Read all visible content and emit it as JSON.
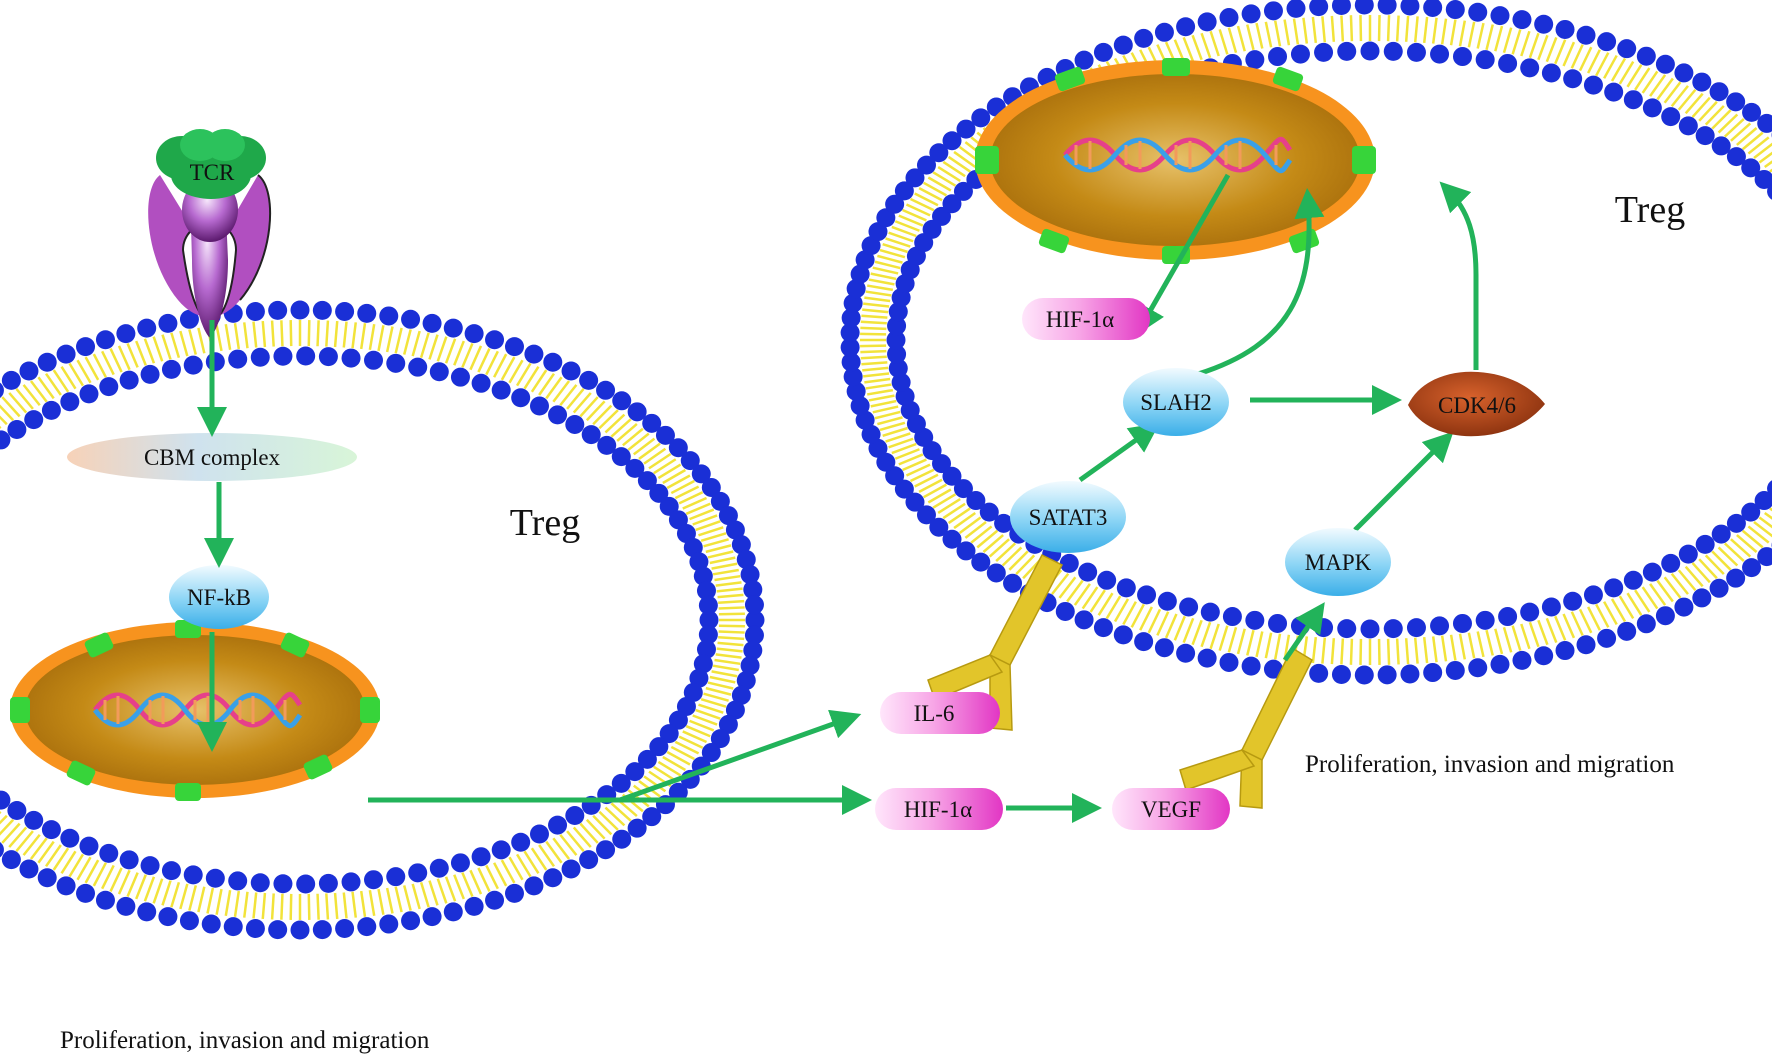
{
  "diagram": {
    "left_cell": {
      "cell_label": "Treg",
      "receptor_label": "TCR",
      "complex_label": "CBM complex",
      "factor_label": "NF-kB",
      "caption": "Proliferation, invasion and migration"
    },
    "right_cell": {
      "cell_label": "Treg",
      "nucleus_output_label": "HIF-1α",
      "caption": "Proliferation, invasion and migration"
    },
    "secreted": {
      "il6": "IL-6",
      "hif1a": "HIF-1α",
      "vegf": "VEGF"
    },
    "pathway_nodes": {
      "satat3": "SATAT3",
      "slah2": "SLAH2",
      "mapk": "MAPK",
      "cdk46": "CDK4/6"
    },
    "colors": {
      "arrow": "#22b35a",
      "membrane_head": "#1a2fd6",
      "membrane_tail": "#f2e33a",
      "nucleus_fill": "#c48a16",
      "nucleus_rim": "#f7931e",
      "pore": "#37d43a",
      "blue_node": "#6ec8f2",
      "pink_node": "#ee5fcf",
      "cdk_node": "#b84818",
      "antibody": "#e2c52a",
      "tcr_green": "#1fa84a",
      "tcr_purple": "#b14fc0"
    }
  }
}
